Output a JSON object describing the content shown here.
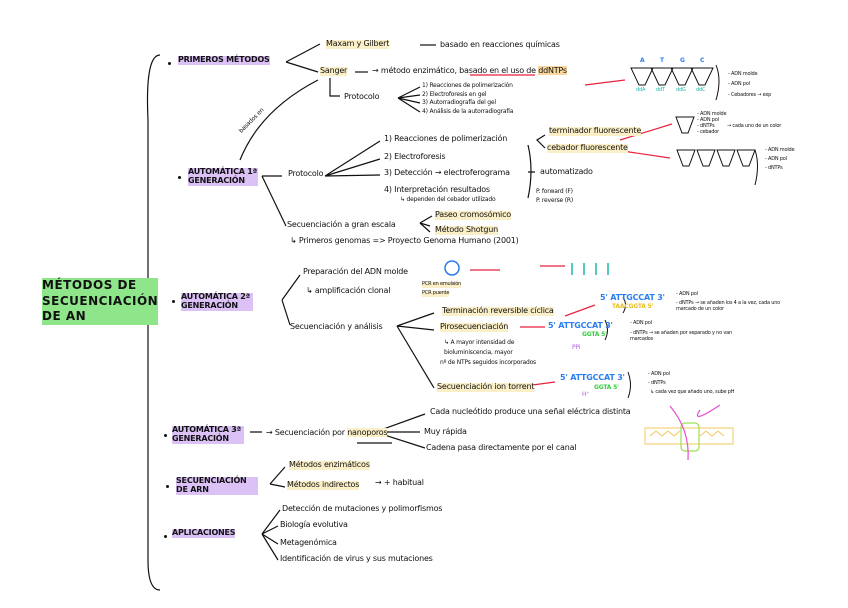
{
  "title": "MÉTODOS DE SECUENCIACIÓN DE AN",
  "title_lines": [
    "MÉTODOS DE",
    "SECUENCIACIÓN",
    "DE AN"
  ],
  "colors": {
    "purple": "#dcc1f7",
    "yellow": "#fbefc7",
    "orange": "#f9d79e",
    "green": "#8ee58a",
    "red": "#e8213f",
    "blue": "#2a7df0",
    "teal": "#1cb8a8"
  },
  "primeros": {
    "label": "PRIMEROS MÉTODOS",
    "maxam": "Maxam y Gilbert",
    "maxam_desc": "basado en reacciones químicas",
    "sanger": "Sanger",
    "sanger_desc": "método enzimático, basado en el uso de",
    "ddntps": "ddNTPs",
    "protocolo": "Protocolo",
    "steps": [
      "1) Reacciones de polimerización",
      "2) Electroforesis en gel",
      "3) Autorradiografía del gel",
      "4) Análisis de la autorradiografía"
    ],
    "tube_letters": [
      "A",
      "T",
      "G",
      "C"
    ],
    "tube_labels": [
      "ddA",
      "ddT",
      "ddG",
      "ddC"
    ],
    "legend": [
      "- ADN molde",
      "- ADN pol",
      "- Cebadores → exp"
    ]
  },
  "basados": "basados en",
  "auto1": {
    "label": "AUTOMÁTICA 1ª GENERACIÓN",
    "protocolo": "Protocolo",
    "steps": [
      "1) Reacciones de polimerización",
      "2) Electroforesis",
      "3) Detección → electroferograma",
      "4) Interpretación resultados"
    ],
    "depend": "↳ dependen del cebador utilizado",
    "automatizado": "automatizado",
    "primers": [
      "P. forward (F)",
      "P. reverse (R)"
    ],
    "terminador": "terminador fluorescente",
    "cebador": "cebador fluorescente",
    "term_legend": [
      "- ADN molde",
      "- ADN pol",
      "- dNTPs",
      "- cebador"
    ],
    "term_note": "cada uno de un color",
    "ceb_legend": [
      "- ADN molde",
      "- ADN pol",
      "- dNTPs"
    ],
    "gran_escala": "Secuenciación a gran escala",
    "paseo": "Paseo cromosómico",
    "shotgun": "Método Shotgun",
    "genomas": "↳ Primeros genomas => Proyecto Genoma Humano (2001)"
  },
  "auto2": {
    "label": "AUTOMÁTICA 2ª GENERACIÓN",
    "preparacion": "Preparación del ADN molde",
    "amplificacion": "↳ amplificación clonal",
    "pcr": [
      "PCR en emulsión",
      "PCR puente"
    ],
    "secuenciacion": "Secuenciación y análisis",
    "terminacion": "Terminación reversible cíclica",
    "piro": "Pirosecuenciación",
    "piro_note": [
      "↳ A mayor intensidad de",
      "bioluminiscencia, mayor",
      "nº de NTPs seguidos incorporados"
    ],
    "ion": "Secuenciación ion torrent",
    "seq_top": "5' ATTGCCAT 3'",
    "seq_comp": "TAACGGTA 5'",
    "seq_comp_short": "GGTA 5'",
    "term_notes": [
      "- ADN pol",
      "- dNTPs → se añaden los 4 a la vez, cada uno marcado de un color"
    ],
    "piro_notes": [
      "- ADN pol",
      "- dNTPs → se añaden por separado y no van marcados"
    ],
    "ion_notes": [
      "- ADN pol",
      "- dNTPs",
      "↳ cada vez que añado uno, sube pH"
    ],
    "ppi": "PPi",
    "ions": "H⁺"
  },
  "auto3": {
    "label": "AUTOMÁTICA 3ª GENERACIÓN",
    "nanoporos_pre": "Secuenciación por",
    "nanoporos": "nanoporos",
    "items": [
      "Cada nucleótido produce una señal eléctrica distinta",
      "Muy rápida",
      "Cadena pasa directamente por el canal"
    ]
  },
  "arn": {
    "label": "SECUENCIACIÓN DE ARN",
    "enzimaticos": "Métodos enzimáticos",
    "indirectos": "Métodos indirectos",
    "habitual": "+ habitual"
  },
  "aplicaciones": {
    "label": "APLICACIONES",
    "items": [
      "Detección de mutaciones y polimorfismos",
      "Biología evolutiva",
      "Metagenómica",
      "Identificación de virus y sus mutaciones"
    ]
  }
}
